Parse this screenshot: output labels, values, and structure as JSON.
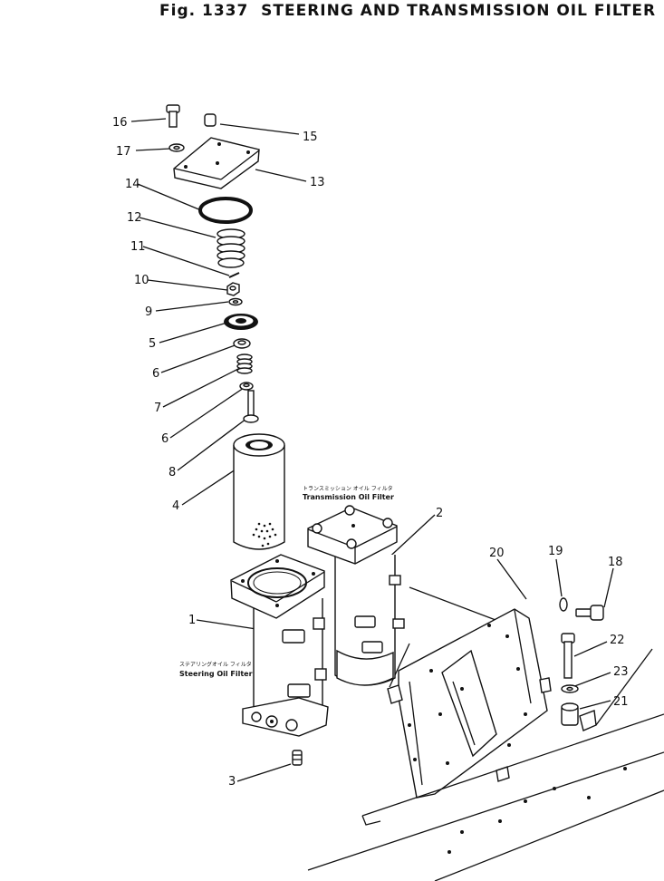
{
  "figure": {
    "label": "Fig. 1337",
    "title": "STEERING AND TRANSMISSION OIL FILTER"
  },
  "captions": {
    "transmission_jp": "トランスミッション オイル フィルタ",
    "transmission_en": "Transmission Oil Filter",
    "steering_jp": "ステアリングオイル フィルタ",
    "steering_en": "Steering Oil Filter"
  },
  "callouts": [
    "16",
    "15",
    "17",
    "13",
    "14",
    "12",
    "11",
    "10",
    "9",
    "5",
    "6",
    "7",
    "6",
    "8",
    "4",
    "2",
    "20",
    "19",
    "18",
    "1",
    "22",
    "23",
    "21",
    "3"
  ]
}
